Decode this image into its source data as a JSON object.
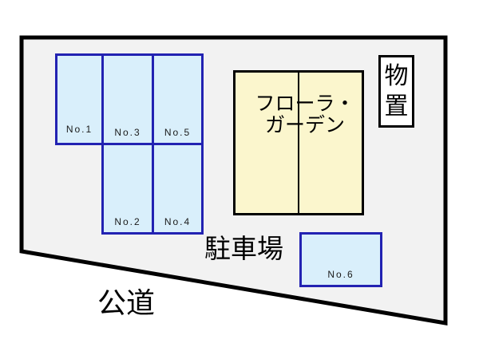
{
  "diagram": {
    "type": "site-plan",
    "road_label": "公道",
    "parking_area_label": "駐車場"
  },
  "building": {
    "name": "フローラ・\nガーデン"
  },
  "shed": {
    "label": "物置"
  },
  "parking": {
    "spaces": [
      {
        "id": 1,
        "label": "No.1"
      },
      {
        "id": 2,
        "label": "No.2"
      },
      {
        "id": 3,
        "label": "No.3"
      },
      {
        "id": 4,
        "label": "No.4"
      },
      {
        "id": 5,
        "label": "No.5"
      },
      {
        "id": 6,
        "label": "No.6"
      }
    ]
  },
  "colors": {
    "page_background": "#ffffff",
    "site_fill": "#f2f2f2",
    "site_border": "#000000",
    "parking_fill": "#d9effb",
    "parking_border": "#2222b2",
    "building_fill": "#fbf6cd",
    "building_border": "#000000",
    "shed_fill": "#ffffff",
    "text": "#000000"
  }
}
